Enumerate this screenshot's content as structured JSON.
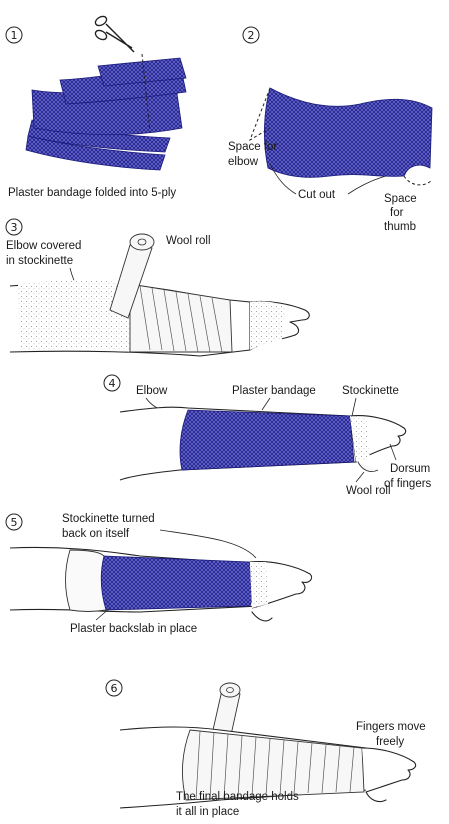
{
  "colors": {
    "plaster": "#2b2b9a",
    "plaster_dark": "#1a1a7a",
    "line": "#222222",
    "background": "#ffffff"
  },
  "steps": [
    {
      "number": "1",
      "caption": "Plaster bandage folded into 5-ply",
      "icon": "scissors-icon"
    },
    {
      "number": "2",
      "labels": {
        "elbow": "Space for elbow",
        "cut": "Cut out",
        "thumb": "Space for thumb"
      }
    },
    {
      "number": "3",
      "labels": {
        "stockinette": "Elbow covered in stockinette",
        "wool": "Wool roll"
      }
    },
    {
      "number": "4",
      "labels": {
        "elbow": "Elbow",
        "plaster": "Plaster bandage",
        "stockinette": "Stockinette",
        "wool": "Wool roll",
        "dorsum": "Dorsum of fingers"
      }
    },
    {
      "number": "5",
      "labels": {
        "turned": "Stockinette turned back on itself",
        "backslab": "Plaster backslab in place"
      }
    },
    {
      "number": "6",
      "labels": {
        "fingers": "Fingers move freely",
        "final": "The final bandage holds it all in place"
      }
    }
  ],
  "text_lines": {
    "s2_elbow_1": "Space for",
    "s2_elbow_2": "elbow",
    "s2_thumb_1": "Space",
    "s2_thumb_2": "for",
    "s2_thumb_3": "thumb",
    "s3_stock_1": "Elbow covered",
    "s3_stock_2": "in stockinette",
    "s4_dorsum_1": "Dorsum",
    "s4_dorsum_2": "of fingers",
    "s5_turned_1": "Stockinette turned",
    "s5_turned_2": "back on itself",
    "s6_fingers_1": "Fingers move",
    "s6_fingers_2": "freely",
    "s6_final_1": "The final bandage holds",
    "s6_final_2": "it all in place"
  }
}
